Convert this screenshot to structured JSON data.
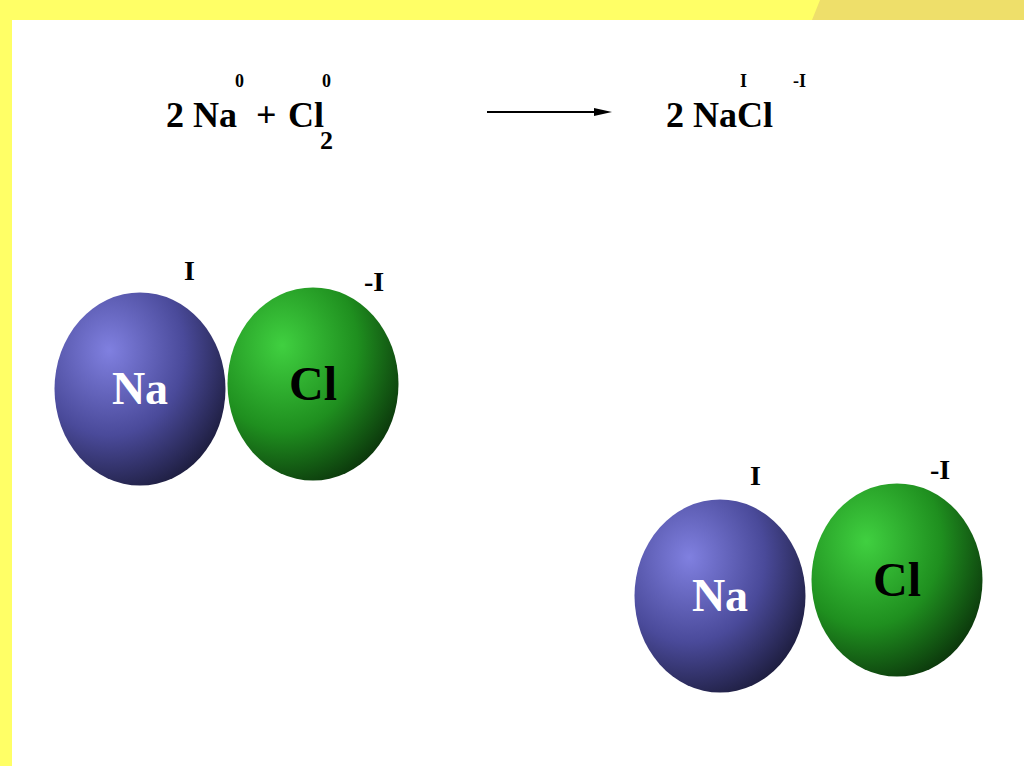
{
  "diagram": {
    "nodes": [
      {
        "text": [
          "Na"
        ]
      },
      {
        "text": [
          "Cl"
        ]
      },
      {
        "text": [
          "Na"
        ]
      },
      {
        "text": [
          "Cl"
        ]
      }
    ],
    "labels": [
      "2 Na",
      "0",
      "+",
      "Cl",
      "2",
      "0",
      "2 NaCl",
      "I",
      "-I",
      "I",
      "-I",
      "I",
      "-I"
    ]
  }
}
